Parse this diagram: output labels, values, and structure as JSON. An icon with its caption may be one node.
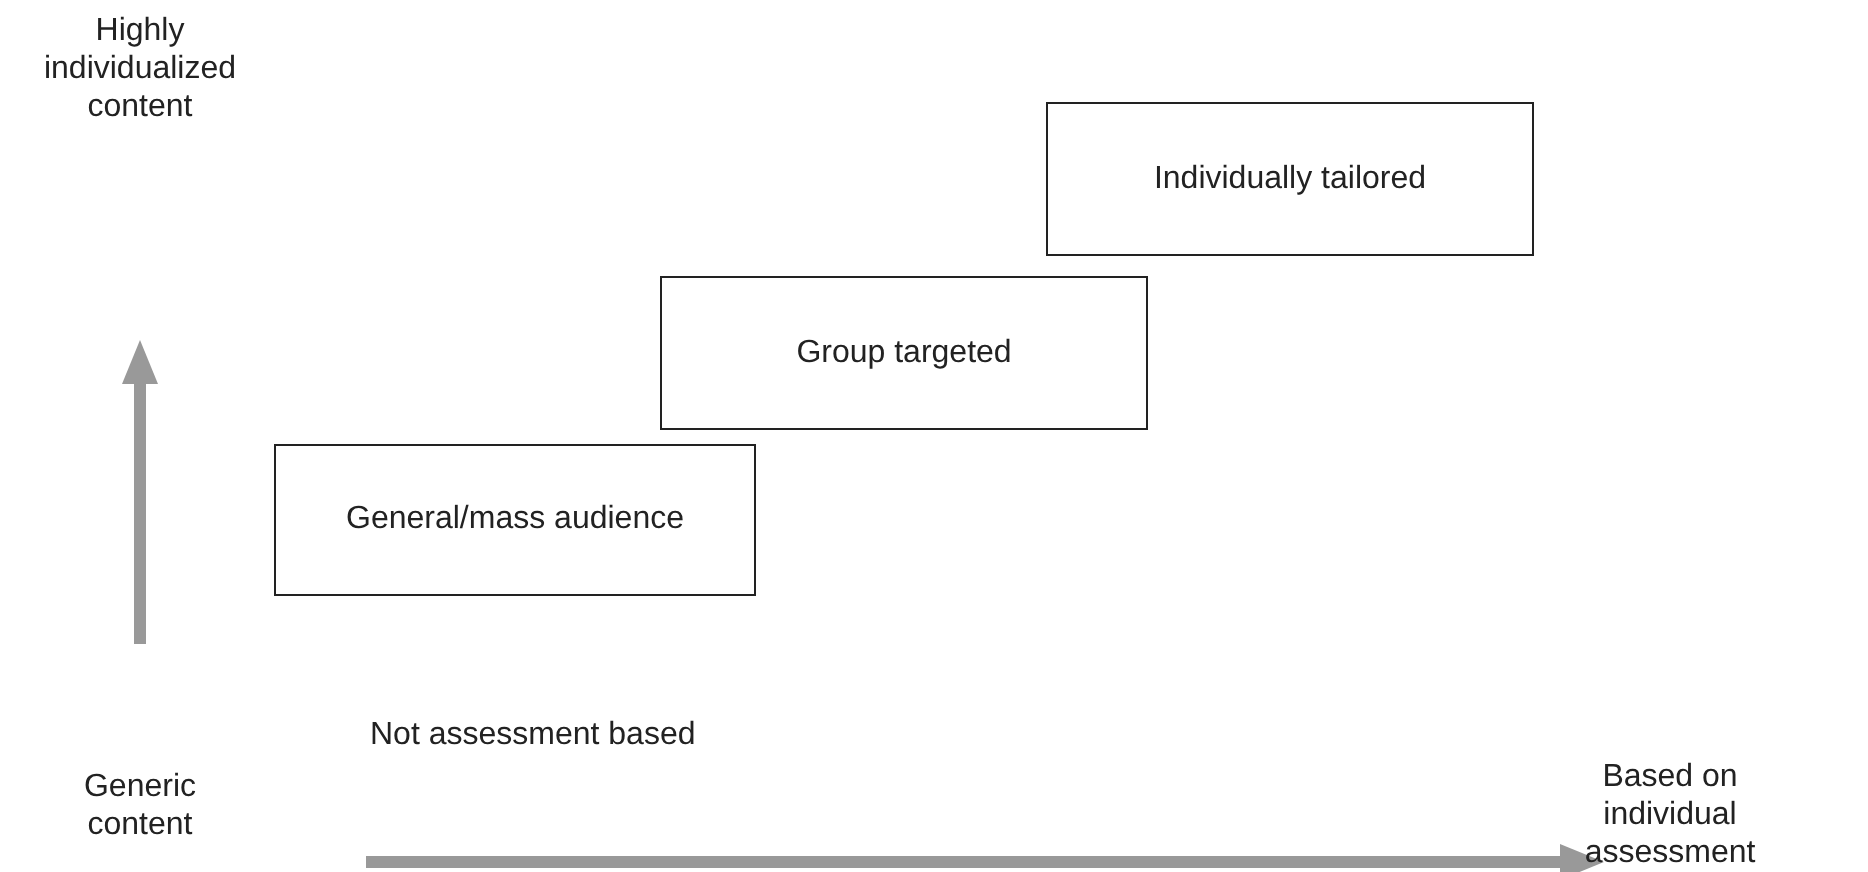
{
  "diagram": {
    "nodes": [
      {
        "text": [
          "General/mass audience"
        ]
      },
      {
        "text": [
          "Group targeted"
        ]
      },
      {
        "text": [
          "Individually tailored"
        ]
      }
    ],
    "labels": [
      "Highly individualized content",
      "Not assessment based",
      "Generic content",
      "Based on individual assessment"
    ]
  }
}
